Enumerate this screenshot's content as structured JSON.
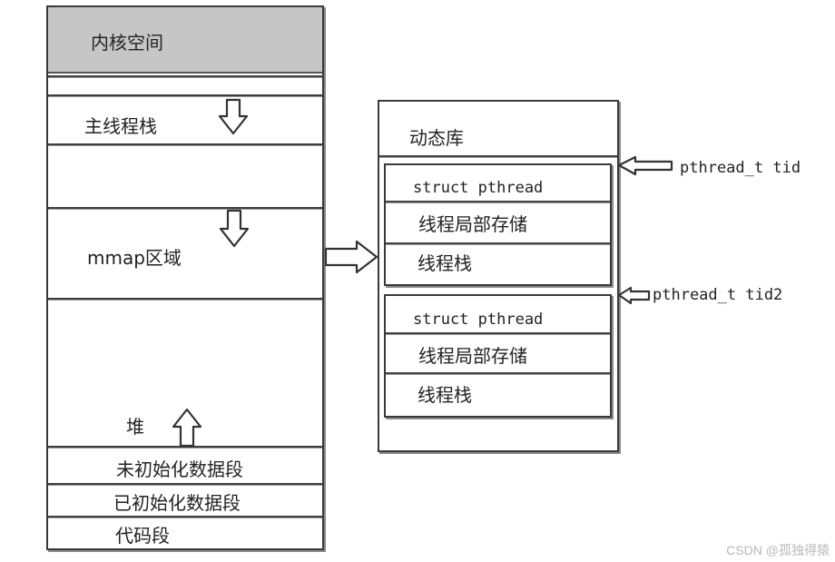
{
  "memory_layout": {
    "kernel_space": "内核空间",
    "main_thread_stack": "主线程栈",
    "mmap_region": "mmap区域",
    "heap": "堆",
    "bss_segment": "未初始化数据段",
    "data_segment": "已初始化数据段",
    "code_segment": "代码段"
  },
  "dynamic_library": {
    "title": "动态库",
    "thread1": {
      "struct_label": "struct pthread",
      "tls_label": "线程局部存储",
      "stack_label": "线程栈",
      "pointer_label": "pthread_t tid"
    },
    "thread2": {
      "struct_label": "struct pthread",
      "tls_label": "线程局部存储",
      "stack_label": "线程栈",
      "pointer_label": "pthread_t tid2"
    }
  },
  "watermark": "CSDN @孤独得猿"
}
